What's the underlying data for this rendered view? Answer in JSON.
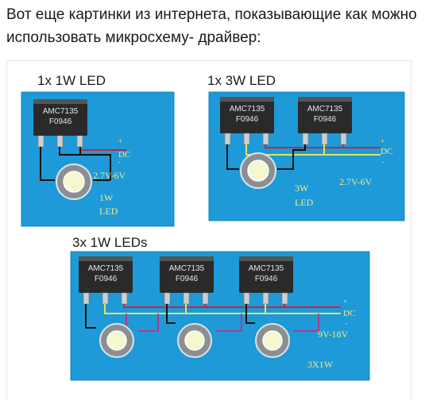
{
  "post": {
    "caption": "Вот еще картинки из интернета, показывающие как можно использовать микросхему- драйвер:"
  },
  "diagram": {
    "colors": {
      "panel": "#1d9ad7",
      "panel_edge": "#1684bf",
      "chip": "#2a2a2a",
      "chip_label": "#dfe6ea",
      "wire_black": "#111111",
      "wire_red": "#d0213b",
      "wire_yellow": "#e6e35a",
      "wire_purple": "#b23a8a",
      "pcb_text": "#f5e88a",
      "heading": "#1a1a1a"
    },
    "panels": [
      {
        "title": "1x 1W LED",
        "chips": [
          {
            "line1": "AMC7135",
            "line2": "F0946"
          }
        ],
        "dc_plus": "+",
        "dc_label": "DC",
        "dc_minus": "-",
        "voltage": "2.7V-6V",
        "led_label_1": "1W",
        "led_label_2": "LED"
      },
      {
        "title": "1x 3W LED",
        "chips": [
          {
            "line1": "AMC7135",
            "line2": "F0946"
          },
          {
            "line1": "AMC7135",
            "line2": "F0946"
          }
        ],
        "dc_plus": "+",
        "dc_label": "DC",
        "dc_minus": "-",
        "voltage": "2.7V-6V",
        "led_label_1": "3W",
        "led_label_2": "LED"
      },
      {
        "title": "3x 1W LEDs",
        "chips": [
          {
            "line1": "AMC7135",
            "line2": "F0946"
          },
          {
            "line1": "AMC7135",
            "line2": "F0946"
          },
          {
            "line1": "AMC7135",
            "line2": "F0946"
          }
        ],
        "dc_plus": "+",
        "dc_label": "DC",
        "dc_minus": "-",
        "voltage": "9V-18V",
        "led_label_1": "3X1W"
      }
    ]
  }
}
